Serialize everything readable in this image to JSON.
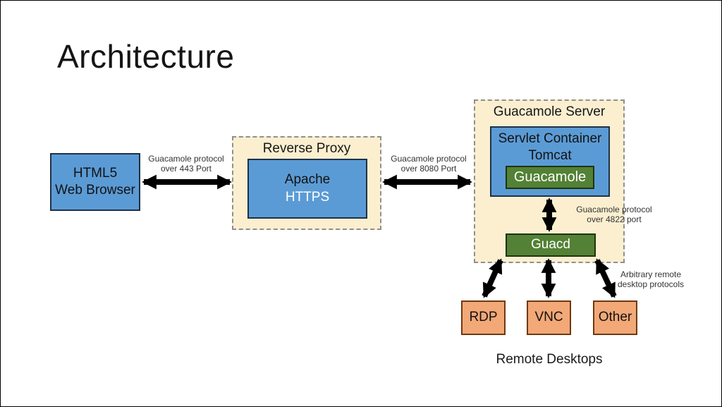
{
  "title": "Architecture",
  "colors": {
    "node_blue": "#5B9BD5",
    "node_green": "#538135",
    "node_orange": "#F2A877",
    "group_tan": "#FBEFD0",
    "arrow_black": "#000000"
  },
  "nodes": {
    "browser": {
      "line1": "HTML5",
      "line2": "Web Browser"
    },
    "reverse_proxy": {
      "title": "Reverse Proxy",
      "apache": {
        "line1": "Apache",
        "line2": "HTTPS"
      }
    },
    "guacamole_server": {
      "title": "Guacamole Server",
      "tomcat": {
        "line1": "Servlet Container",
        "line2": "Tomcat",
        "guacamole": "Guacamole"
      },
      "guacd": "Guacd"
    },
    "rdp": "RDP",
    "vnc": "VNC",
    "other": "Other"
  },
  "labels": {
    "port443": {
      "line1": "Guacamole protocol",
      "line2": "over 443 Port"
    },
    "port8080": {
      "line1": "Guacamole protocol",
      "line2": "over 8080 Port"
    },
    "port4822": {
      "line1": "Guacamole protocol",
      "line2": "over 4822 port"
    },
    "arbitrary": {
      "line1": "Arbitrary remote",
      "line2": "desktop protocols"
    },
    "remote_desktops": "Remote Desktops"
  }
}
